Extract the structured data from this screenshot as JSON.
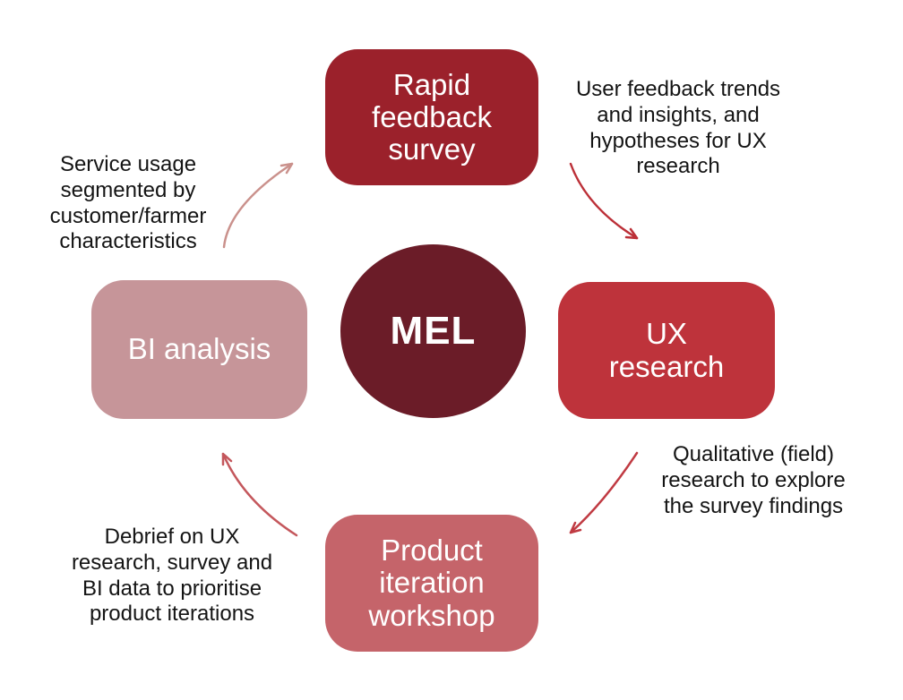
{
  "center": {
    "label": "MEL",
    "color": "#6B1C28"
  },
  "nodes": {
    "survey": {
      "lines": [
        "Rapid",
        "feedback",
        "survey"
      ],
      "color": "#9B212B"
    },
    "ux": {
      "lines": [
        "UX",
        "research"
      ],
      "color": "#BE333B"
    },
    "workshop": {
      "lines": [
        "Product",
        "iteration",
        "workshop"
      ],
      "color": "#C5646A"
    },
    "bi": {
      "lines": [
        "BI analysis"
      ],
      "color": "#C69599"
    }
  },
  "annotations": {
    "top_left": {
      "lines": [
        "Service usage",
        "segmented by",
        "customer/farmer",
        "characteristics"
      ]
    },
    "top_right": {
      "lines": [
        "User feedback trends",
        "and insights, and",
        "hypotheses for UX",
        "research"
      ]
    },
    "bottom_right": {
      "lines": [
        "Qualitative (field)",
        "research to explore",
        "the survey findings"
      ]
    },
    "bottom_left": {
      "lines": [
        "Debrief on UX",
        "research, survey and",
        "BI data to prioritise",
        "product iterations"
      ]
    }
  },
  "arrows": {
    "bi_to_survey": {
      "color": "#CA918C"
    },
    "survey_to_ux": {
      "color": "#BC3038"
    },
    "ux_to_workshop": {
      "color": "#C03A42"
    },
    "workshop_to_bi": {
      "color": "#C4575C"
    }
  },
  "colors": {
    "background": "#FFFFFF",
    "annotation_text": "#141414",
    "node_text": "#FFFFFF"
  }
}
